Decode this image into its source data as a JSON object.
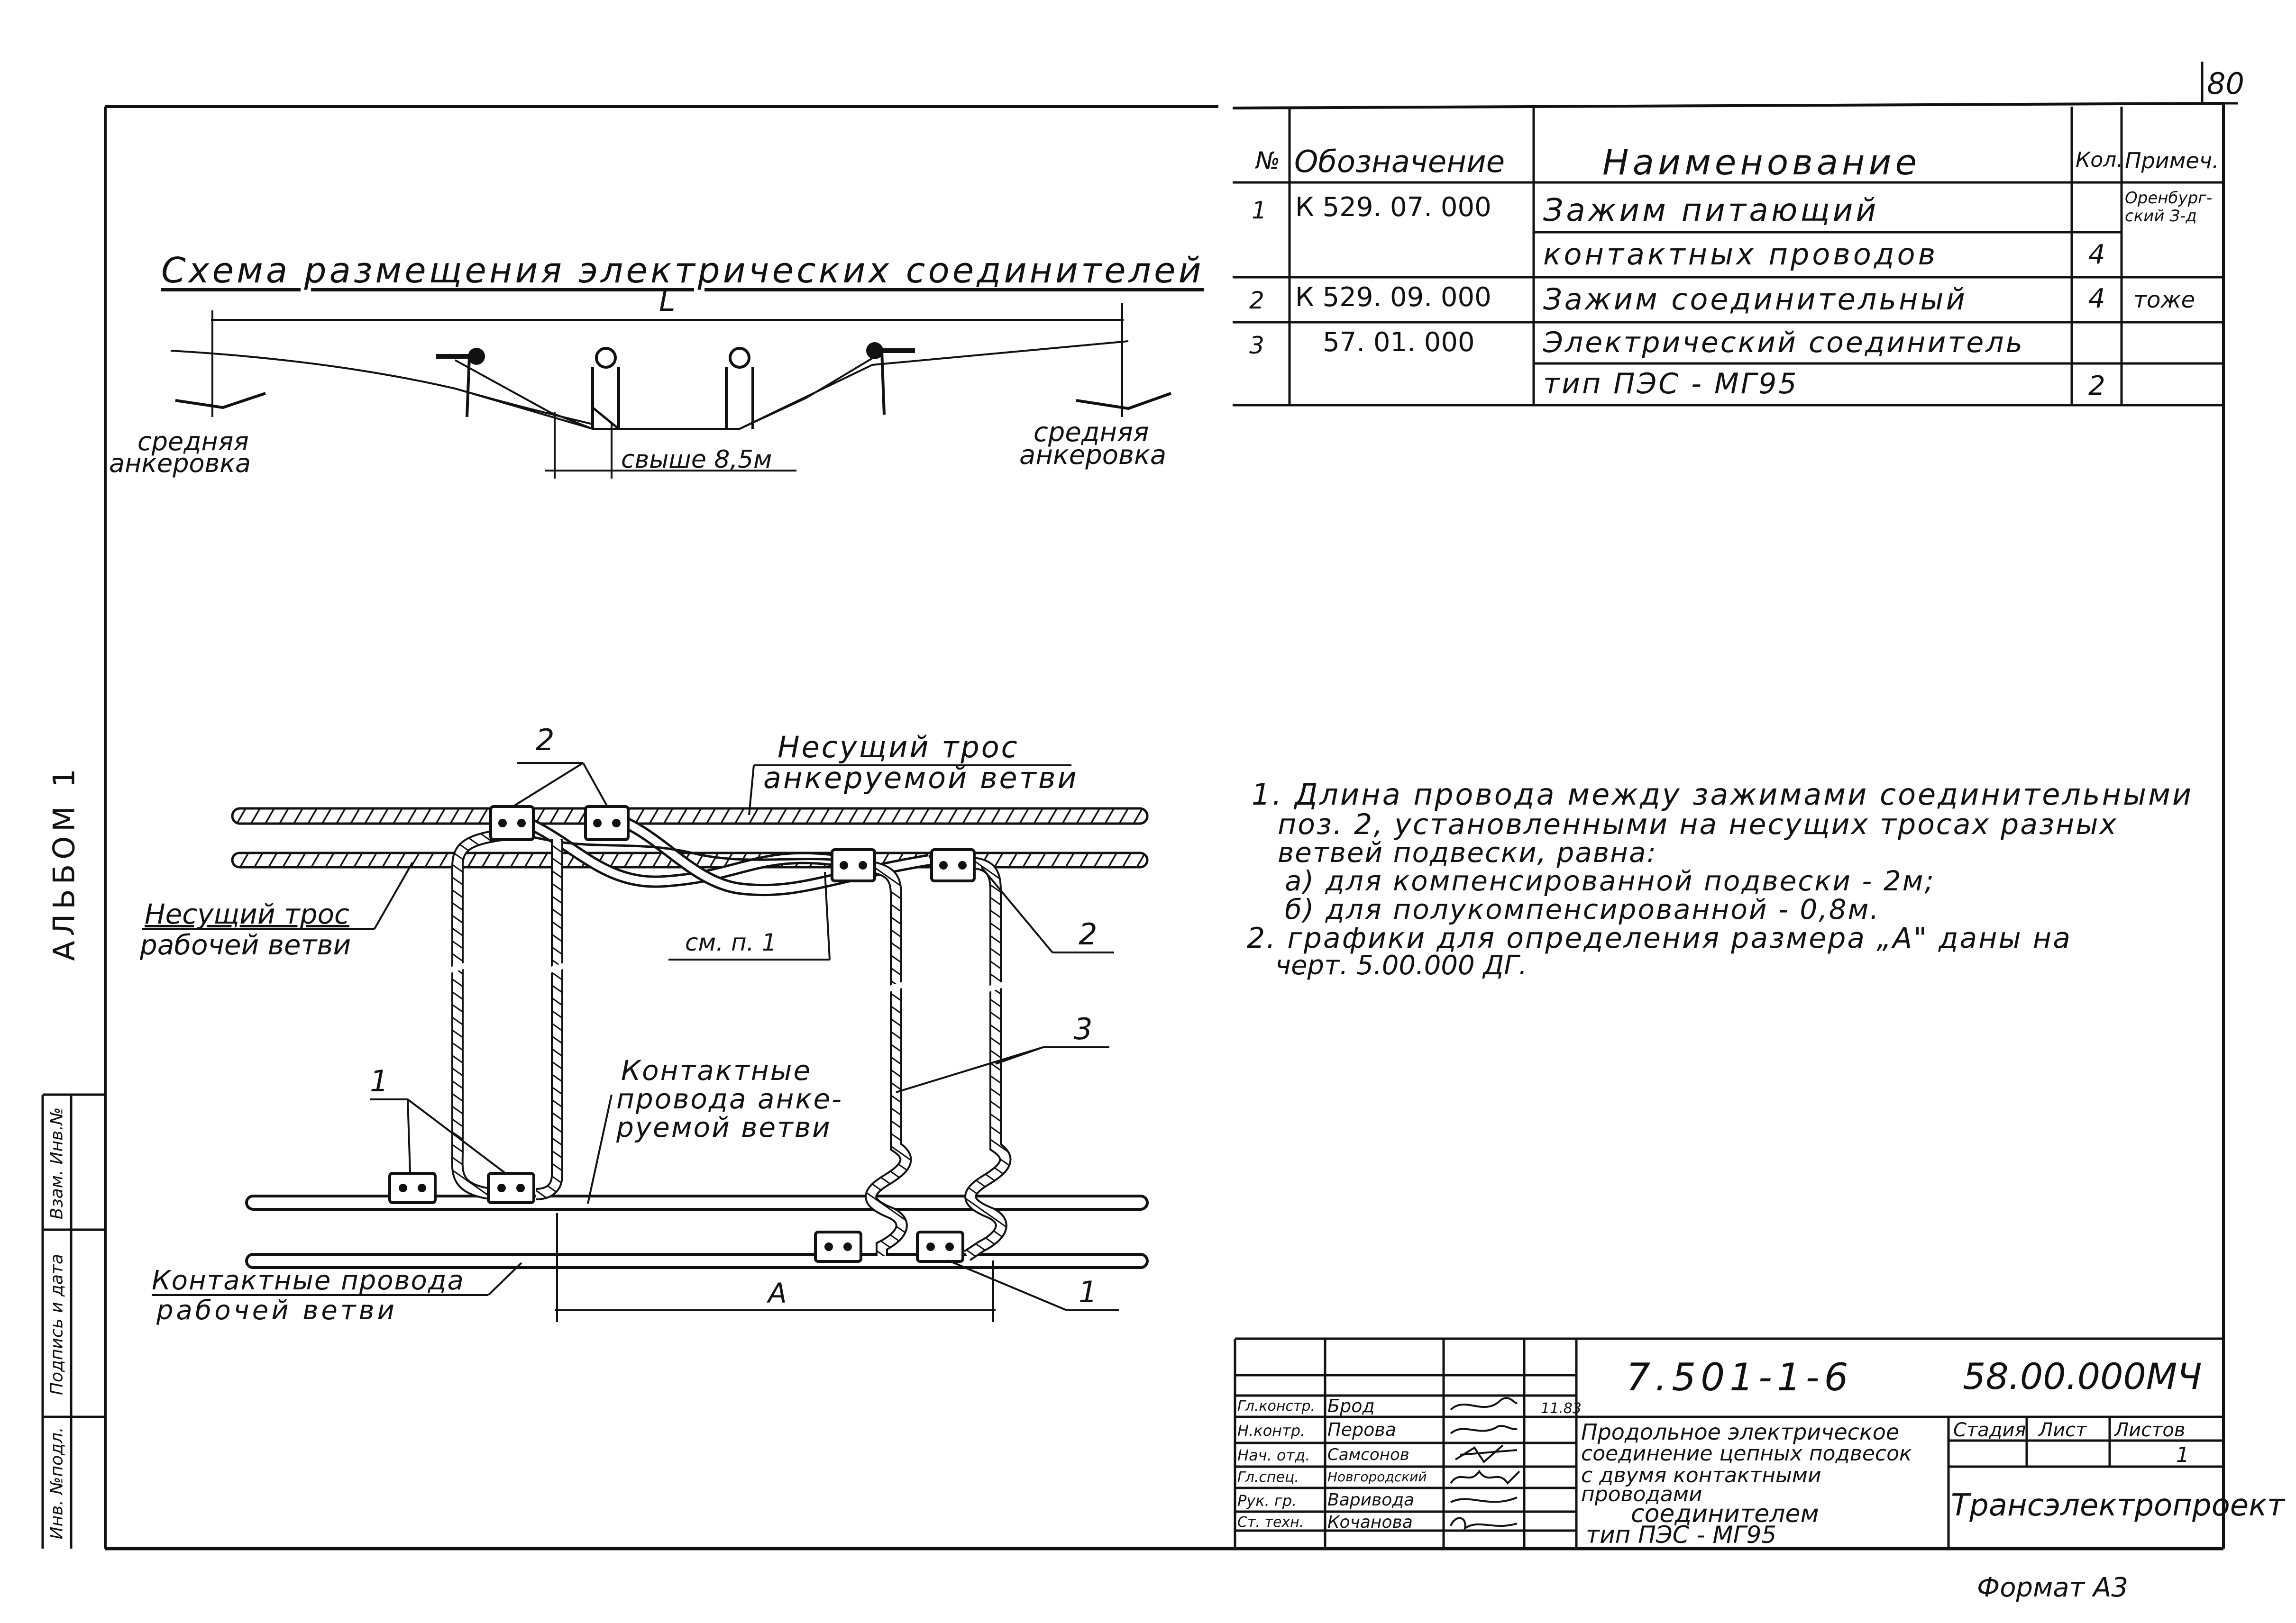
{
  "sheet": {
    "sheet_number": "80",
    "album_label": "АЛЬБОМ 1",
    "format_label": "Формат А3"
  },
  "scheme": {
    "title": "Схема размещения электрических соединителей",
    "dim_L": "L",
    "anchor_left": [
      "средняя",
      "анкеровка"
    ],
    "anchor_right": [
      "средняя",
      "анкеровка"
    ],
    "dim_min_spacing": "свыше 8,5м"
  },
  "spec_table": {
    "headers": [
      "№",
      "Обозначение",
      "Наименование",
      "Кол.",
      "Примеч."
    ],
    "rows": [
      {
        "pos": "1",
        "code": "К 529. 07. 000",
        "name": "Зажим питающий",
        "qty": "",
        "note": [
          "Оренбург-",
          "ский З-д"
        ]
      },
      {
        "pos": "",
        "code": "",
        "name": "контактных проводов",
        "qty": "4",
        "note": []
      },
      {
        "pos": "2",
        "code": "К 529. 09. 000",
        "name": "Зажим соединительный",
        "qty": "4",
        "note": [
          "тоже"
        ]
      },
      {
        "pos": "3",
        "code": "57. 01. 000",
        "name": "Электрический соединитель",
        "qty": "",
        "note": []
      },
      {
        "pos": "",
        "code": "",
        "name": "тип ПЭС - МГ95",
        "qty": "2",
        "note": []
      }
    ]
  },
  "main_drawing": {
    "label_carrier_anchored": [
      "Несущий трос",
      "анкеруемой ветви"
    ],
    "label_carrier_working": [
      "Несущий трос",
      "рабочей ветви"
    ],
    "label_contact_anchored": [
      "Контактные",
      "провода анке-",
      "руемой ветви"
    ],
    "label_contact_working": [
      "Контактные провода",
      "рабочей ветви"
    ],
    "label_see_note": "см. п. 1",
    "dim_A": "А",
    "pos_callouts": [
      "2",
      "2",
      "1",
      "1",
      "3"
    ]
  },
  "notes": [
    "1. Длина провода между зажимами соединительными",
    "поз. 2, установленными на несущих тросах разных",
    "ветвей подвески, равна:",
    "а) для компенсированной подвески - 2м;",
    "б) для полукомпенсированной - 0,8м.",
    "2. графики для определения размера „А\" даны на",
    "черт. 5.00.000 ДГ."
  ],
  "left_margin_stamp": [
    "Инв. №подл.",
    "Подпись и дата",
    "Взам. Инв.№"
  ],
  "title_block": {
    "project_code": "7.501-1-6",
    "doc_code": "58.00.000МЧ",
    "title_lines": [
      "Продольное электрическое",
      "соединение цепных подвесок",
      "с двумя контактными",
      "проводами",
      "соединителем",
      "тип ПЭС - МГ95"
    ],
    "stage_headers": [
      "Стадия",
      "Лист",
      "Листов"
    ],
    "sheets_total": "1",
    "organization": "Трансэлектропроект",
    "date": "11.83",
    "roles": [
      {
        "role": "Гл.констр.",
        "name": "Брод"
      },
      {
        "role": "Н.контр.",
        "name": "Перова"
      },
      {
        "role": "Нач. отд.",
        "name": "Самсонов"
      },
      {
        "role": "Гл.спец.",
        "name": "Новгородский"
      },
      {
        "role": "Рук. гр.",
        "name": "Варивода"
      },
      {
        "role": "Ст. техн.",
        "name": "Кочанова"
      }
    ]
  }
}
